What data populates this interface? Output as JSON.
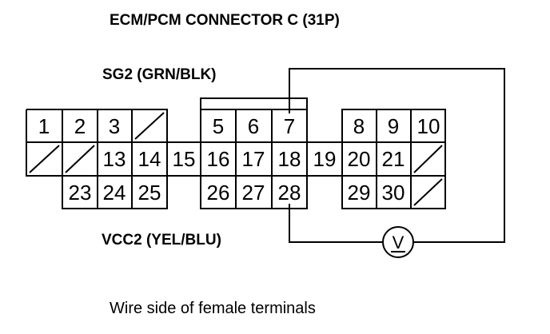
{
  "title": "ECM/PCM CONNECTOR C (31P)",
  "labels": {
    "sg2": "SG2 (GRN/BLK)",
    "vcc2": "VCC2 (YEL/BLU)",
    "caption": "Wire side of female terminals"
  },
  "connector": {
    "row1": [
      "1",
      "2",
      "3",
      "",
      "",
      "5",
      "6",
      "7",
      "",
      "8",
      "9",
      "10"
    ],
    "row2": [
      "",
      "",
      "13",
      "14",
      "15",
      "16",
      "17",
      "18",
      "19",
      "20",
      "21",
      ""
    ],
    "row3": [
      "",
      "23",
      "24",
      "25",
      "",
      "26",
      "27",
      "28",
      "",
      "29",
      "30",
      ""
    ],
    "empty_cavities": [
      "row1-4",
      "row2-1",
      "row2-2",
      "row2-12",
      "row3-12"
    ]
  },
  "meter": {
    "symbol": "V",
    "probe_pins": [
      "7",
      "28"
    ]
  }
}
